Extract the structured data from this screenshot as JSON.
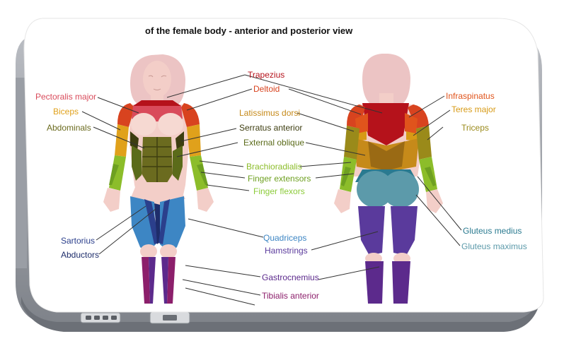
{
  "title": "of the female body - anterior and posterior view",
  "labels": {
    "trapezius": "Trapezius",
    "deltoid": "Deltoid",
    "pectoralis_major": "Pectoralis major",
    "biceps": "Biceps",
    "abdominals": "Abdominals",
    "latissimus_dorsi": "Latissimus dorsi",
    "serratus_anterior": "Serratus anterior",
    "external_oblique": "External oblique",
    "brachioradialis": "Brachioradialis",
    "finger_extensors": "Finger extensors",
    "finger_flexors": "Finger flexors",
    "infraspinatus": "Infraspinatus",
    "teres_major": "Teres major",
    "triceps": "Triceps",
    "sartorius": "Sartorius",
    "abductors": "Abductors",
    "quadriceps": "Quadriceps",
    "hamstrings": "Hamstrings",
    "gluteus_medius": "Gluteus medius",
    "gluteus_maximus": "Gluteus maximus",
    "gastrocnemius": "Gastrocnemius",
    "tibialis_anterior": "Tibialis anterior"
  },
  "colors": {
    "trapezius": "#b5121b",
    "deltoid": "#d8431f",
    "pectoralis": "#d94b5b",
    "biceps": "#e0a11b",
    "abdominals": "#6b6b1f",
    "latissimus": "#c68a1a",
    "serratus": "#3d3d10",
    "oblique": "#5b6b1a",
    "brachioradialis": "#8cbd2a",
    "finger_extensors": "#6ea021",
    "finger_flexors": "#8ccb3a",
    "infraspinatus": "#e0541c",
    "teres": "#d79a15",
    "triceps": "#9a8a1a",
    "sartorius": "#2b3f8c",
    "abductors": "#1e2d6b",
    "quadriceps": "#3d86c4",
    "hamstrings": "#5a3a9c",
    "gluteus_medius": "#2a7a90",
    "gluteus_maximus": "#5c9aaa",
    "gastrocnemius": "#5c2a8c",
    "tibialis": "#8c1f6b",
    "skin": "#f2c9c3",
    "hair": "#ecc4c4"
  }
}
